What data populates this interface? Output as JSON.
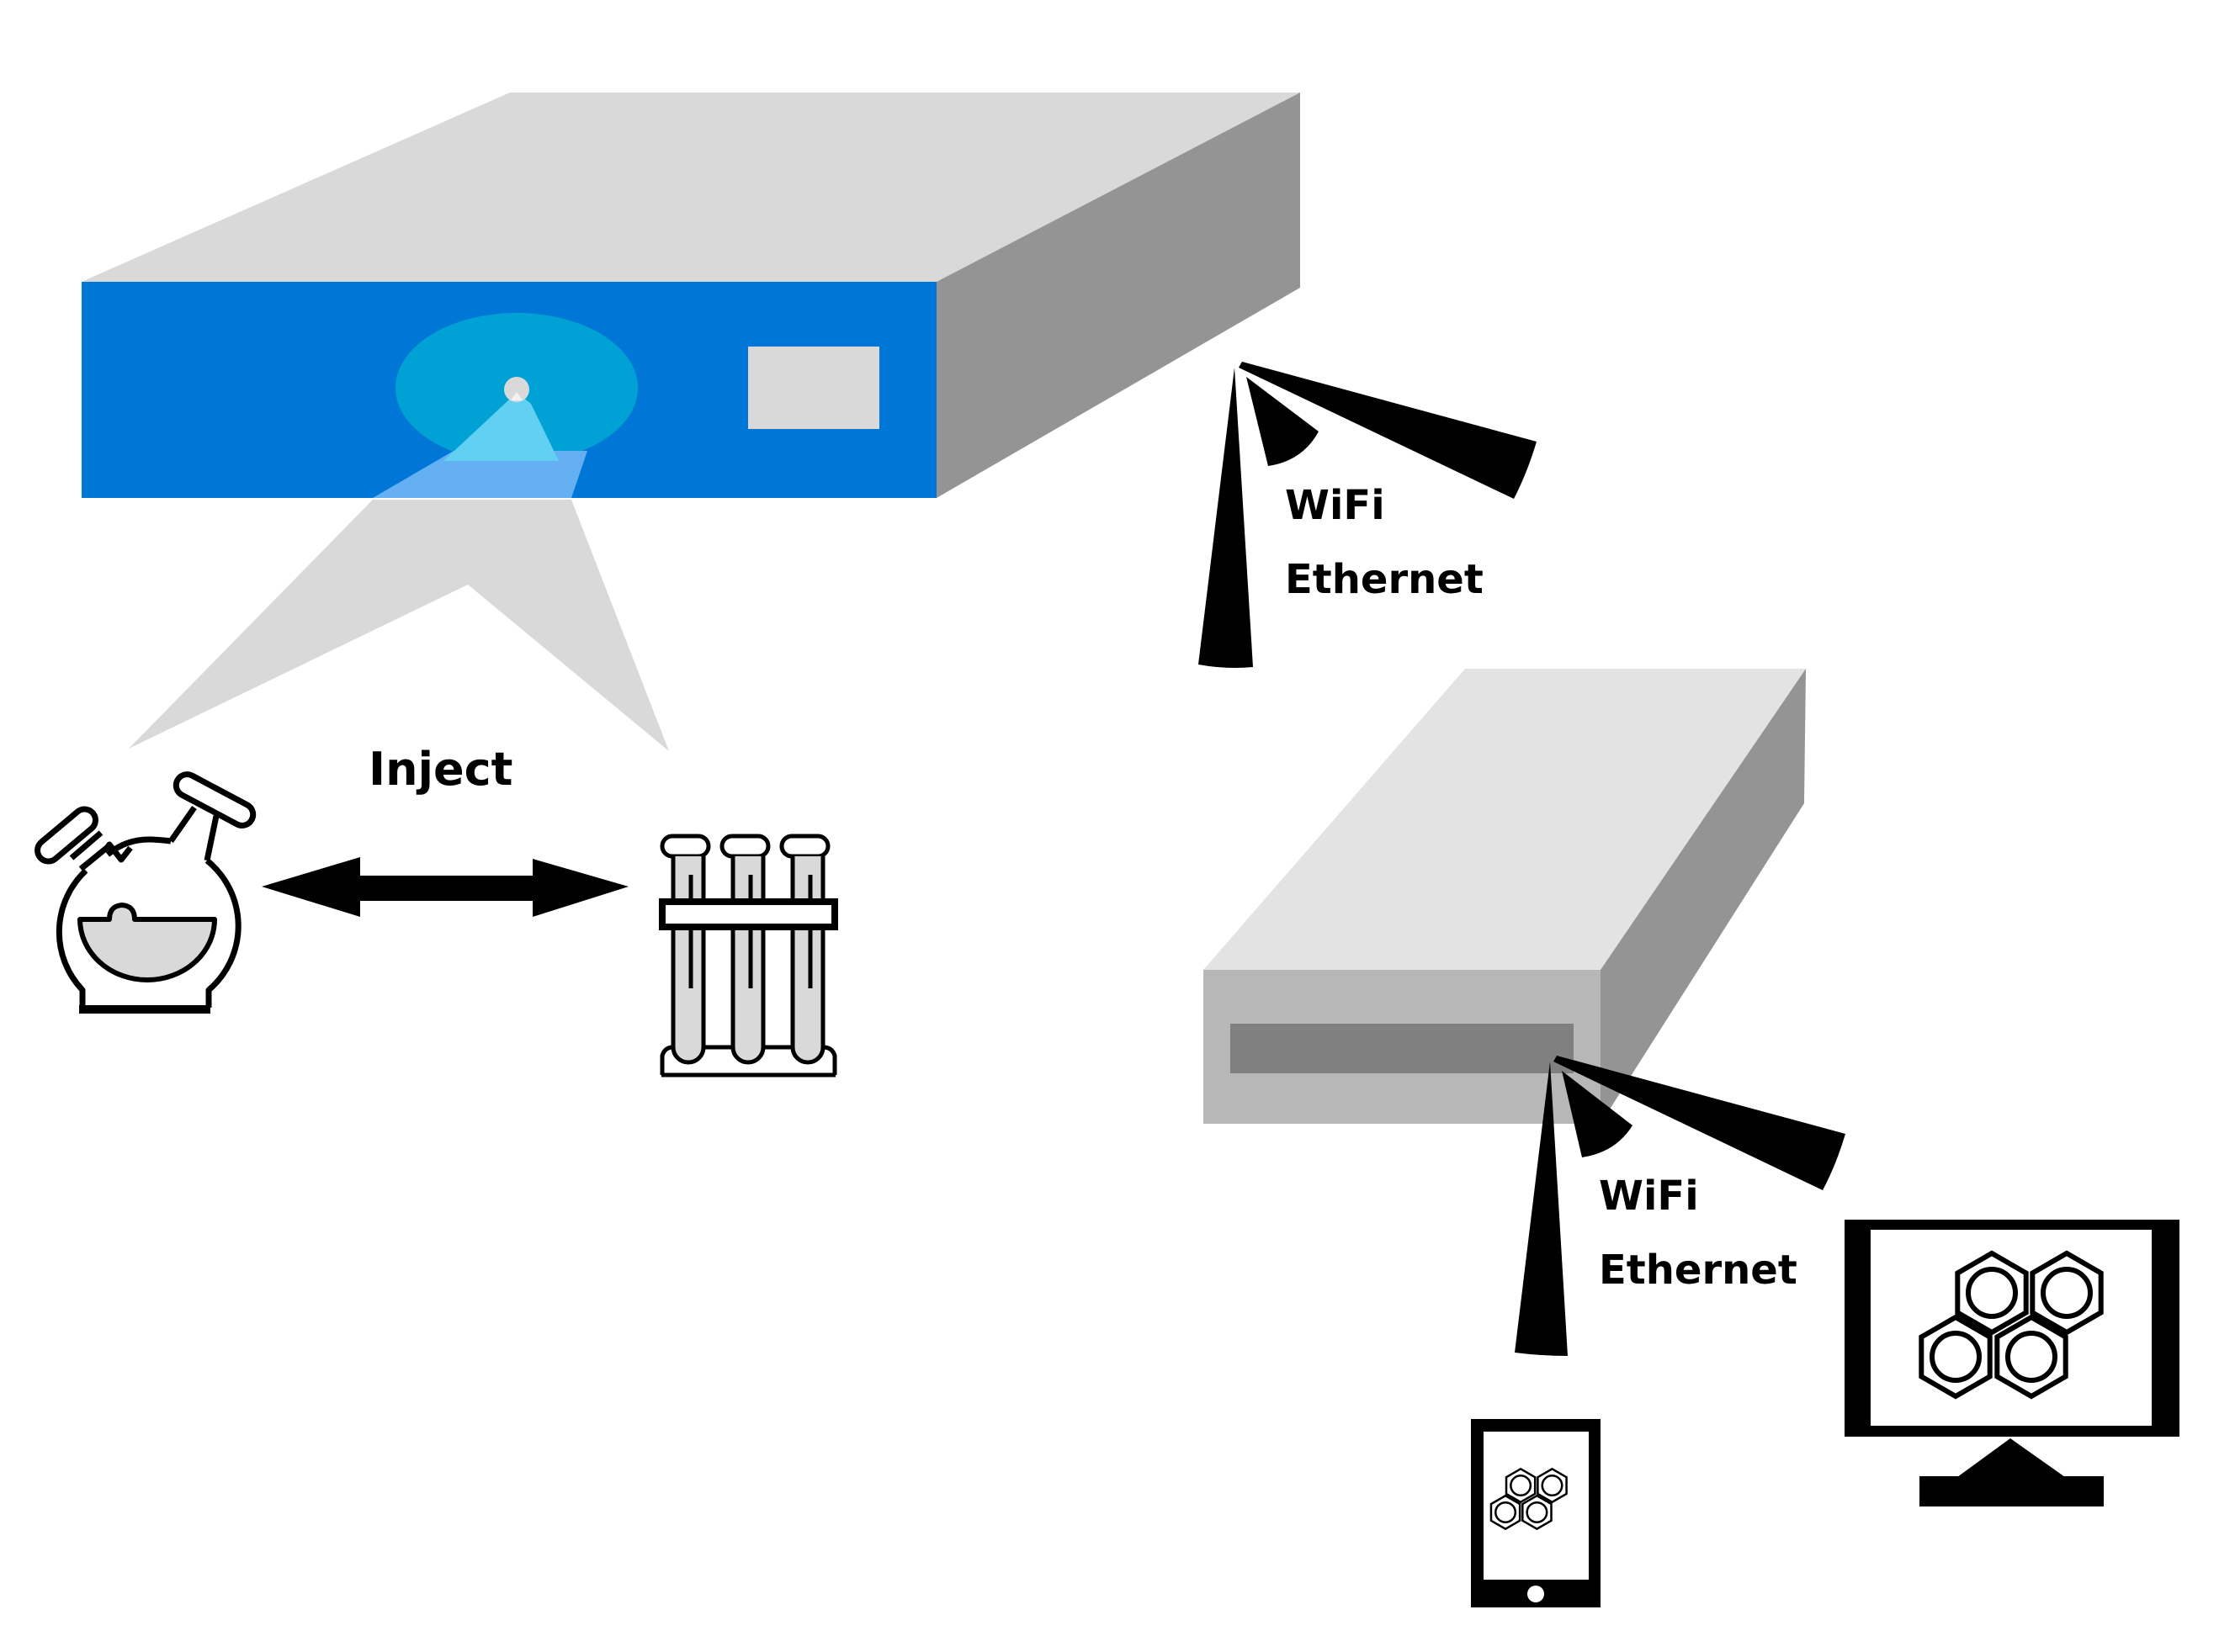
{
  "labels": {
    "inject": "Inject",
    "wifi_1": "WiFi",
    "ethernet_1": "Ethernet",
    "wifi_2": "WiFi",
    "ethernet_2": "Ethernet"
  },
  "components": {
    "instrument": "instrument-box",
    "router": "router-box",
    "flask": "round-bottom-flask-icon",
    "test_tubes": "test-tube-rack-icon",
    "phone": "tablet-phone-icon",
    "monitor": "monitor-icon",
    "molecule": "pyrene-molecule"
  },
  "colors": {
    "instrument_front": "#0077d6",
    "instrument_top": "#d9d9d9",
    "instrument_side": "#949494",
    "lens_ring": "#00a2d6",
    "beam": "#62d0f3",
    "router_top": "#e3e3e3",
    "router_front": "#b7b7b7",
    "router_slot": "#808080",
    "cone": "#d9d9d9",
    "liquid": "#d9d9d9"
  }
}
